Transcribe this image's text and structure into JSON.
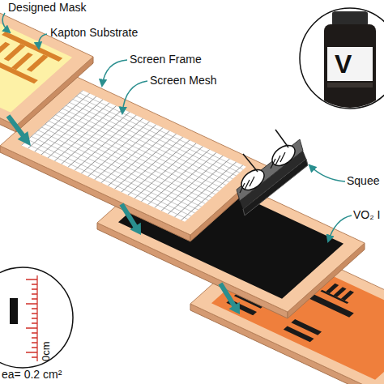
{
  "diagram": {
    "labels": [
      "Designed Mask",
      "Kapton Substrate",
      "Screen Frame",
      "Screen Mesh",
      "Squee",
      "VO₂ I",
      "V",
      "0cm",
      "ea= 0.2 cm²"
    ]
  }
}
